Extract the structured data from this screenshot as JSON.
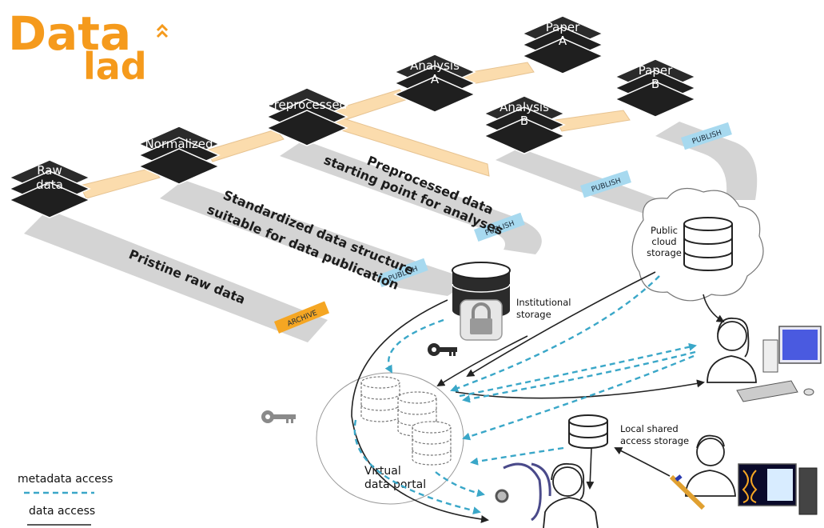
{
  "logo": {
    "line1": "Data",
    "line2": "lad",
    "color": "#f59a1c"
  },
  "stacks": {
    "raw": {
      "line1": "Raw",
      "line2": "data"
    },
    "normalized": {
      "line1": "Normalized"
    },
    "preprocessed": {
      "line1": "Preprocessed"
    },
    "analysis_a": {
      "line1": "Analysis",
      "line2": "A"
    },
    "analysis_b": {
      "line1": "Analysis",
      "line2": "B"
    },
    "paper_a": {
      "line1": "Paper",
      "line2": "A"
    },
    "paper_b": {
      "line1": "Paper",
      "line2": "B"
    }
  },
  "tracks": {
    "raw": "Pristine raw data",
    "normalized_1": "Standardized data structure",
    "normalized_2": "suitable for data publication",
    "preprocessed_1": "Preprocessed data",
    "preprocessed_2": "starting point for analyses"
  },
  "tags": {
    "archive": "ARCHIVE",
    "publish": "PUBLISH"
  },
  "storage": {
    "institutional_1": "Institutional",
    "institutional_2": "storage",
    "cloud_1": "Public",
    "cloud_2": "cloud",
    "cloud_3": "storage",
    "local_1": "Local shared",
    "local_2": "access storage"
  },
  "portal": {
    "line1": "Virtual",
    "line2": "data portal"
  },
  "legend": {
    "metadata": "metadata access",
    "data": "data access"
  },
  "icons": [
    "lock-icon",
    "key-icon",
    "database-icon",
    "cloud-icon",
    "user-icon",
    "computer-icon",
    "stethoscope-icon",
    "dna-icon",
    "pipette-icon"
  ],
  "colors": {
    "stack": "#2b2b2b",
    "track": "#d4d4d4",
    "connector": "#fbdcad",
    "archive": "#f5a623",
    "publish": "#a7d9ef",
    "metadata_line": "#3aa7c8",
    "data_line": "#222222"
  }
}
